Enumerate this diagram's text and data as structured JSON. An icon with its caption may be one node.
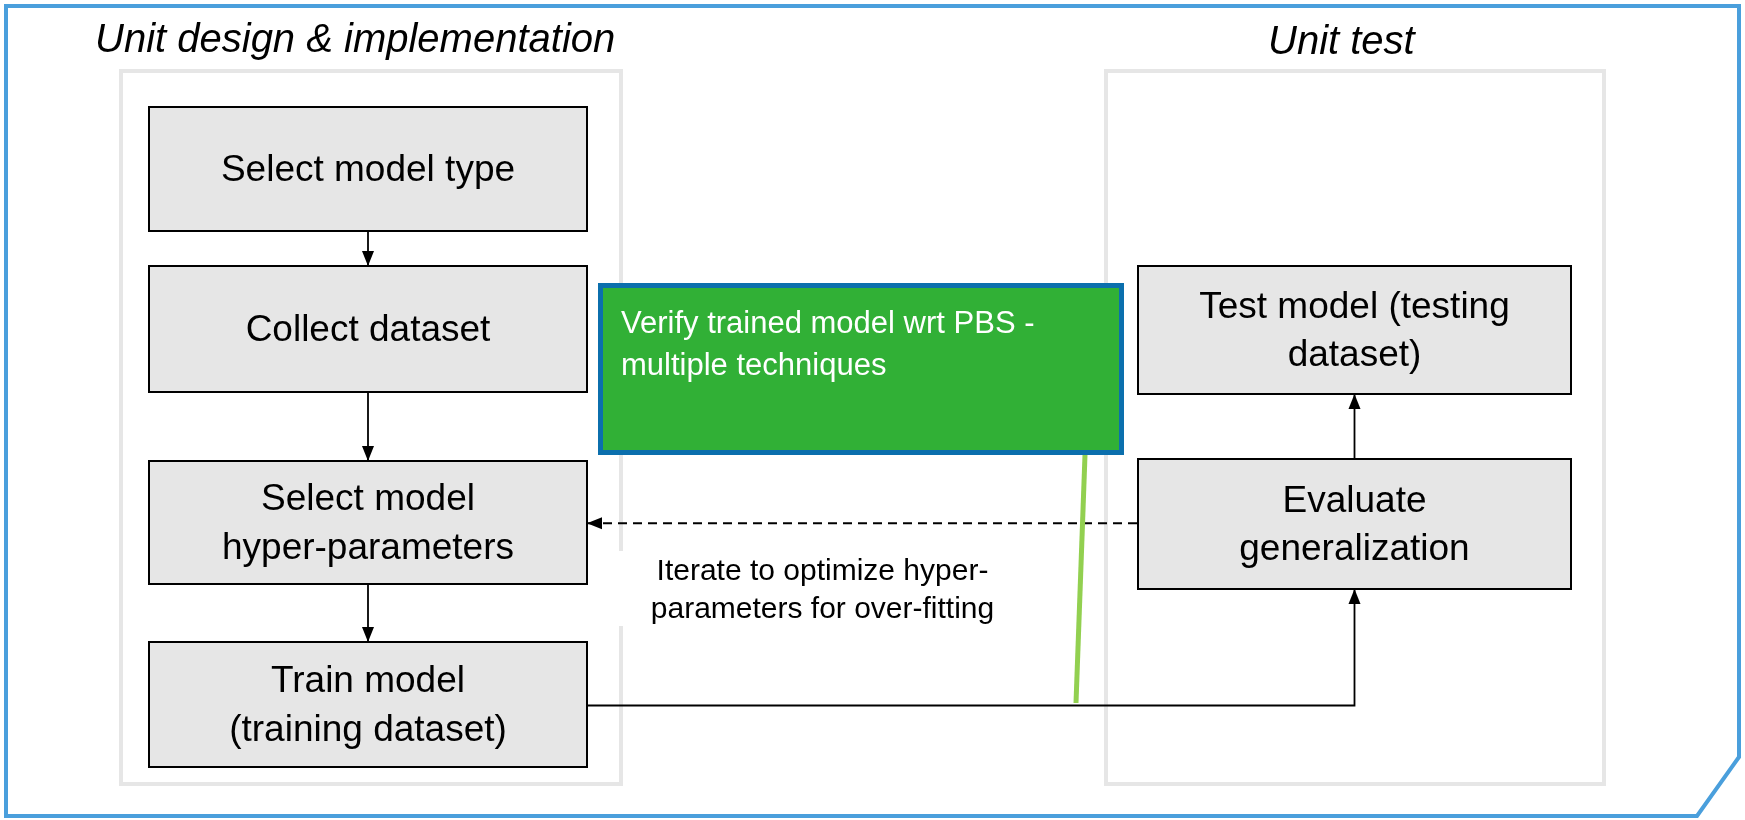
{
  "diagram": {
    "nodes": [
      {
        "text": [
          "Unit design & implementation"
        ]
      },
      {
        "text": [
          "Select model type"
        ],
        "in": 0
      },
      {
        "text": [
          "Collect dataset"
        ],
        "in": 0
      },
      {
        "text": [
          "Select model hyper-parameters"
        ],
        "in": 0
      },
      {
        "text": [
          "Train model (training dataset)"
        ],
        "in": 0
      },
      {
        "text": [
          "Unit test"
        ]
      },
      {
        "text": [
          "Test model (testing dataset)"
        ],
        "in": 5
      },
      {
        "text": [
          "Evaluate generalization"
        ],
        "in": 5
      },
      {
        "text": [
          "Verify trained model wrt PBS - multiple techniques"
        ]
      }
    ],
    "edges": [
      {
        "from": 1,
        "to": 2,
        "arrow": "to"
      },
      {
        "from": 2,
        "to": 3,
        "arrow": "to"
      },
      {
        "from": 3,
        "to": 4,
        "arrow": "to"
      },
      {
        "from": 4,
        "to": 7,
        "arrow": "to"
      },
      {
        "from": 7,
        "to": 6,
        "arrow": "to"
      },
      {
        "from": 7,
        "to": 3,
        "arrow": "to",
        "style": "dashed",
        "label": "Iterate to optimize hyper- parameters for over-fitting"
      },
      {
        "from": 8,
        "to": null,
        "arrow": "none",
        "style": "thick",
        "color": "#92d050"
      }
    ]
  }
}
